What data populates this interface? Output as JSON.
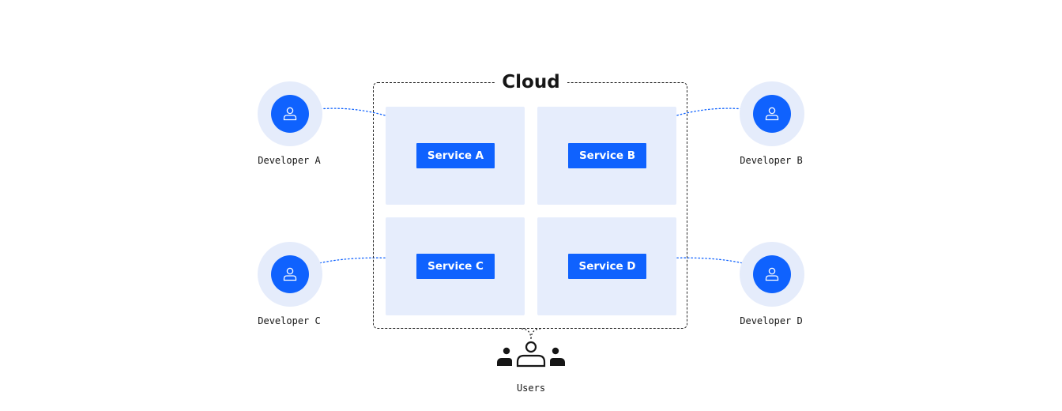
{
  "cloud": {
    "title": "Cloud"
  },
  "services": [
    {
      "label": "Service A"
    },
    {
      "label": "Service B"
    },
    {
      "label": "Service C"
    },
    {
      "label": "Service D"
    }
  ],
  "developers": [
    {
      "label": "Developer A"
    },
    {
      "label": "Developer B"
    },
    {
      "label": "Developer C"
    },
    {
      "label": "Developer D"
    }
  ],
  "users": {
    "label": "Users"
  },
  "colors": {
    "accent": "#0f62fe",
    "panel": "#e6edfc",
    "ring": "#e5ecfb",
    "ink": "#161616"
  },
  "icons": {
    "developer": "user-icon",
    "users": "users-group-icon"
  }
}
